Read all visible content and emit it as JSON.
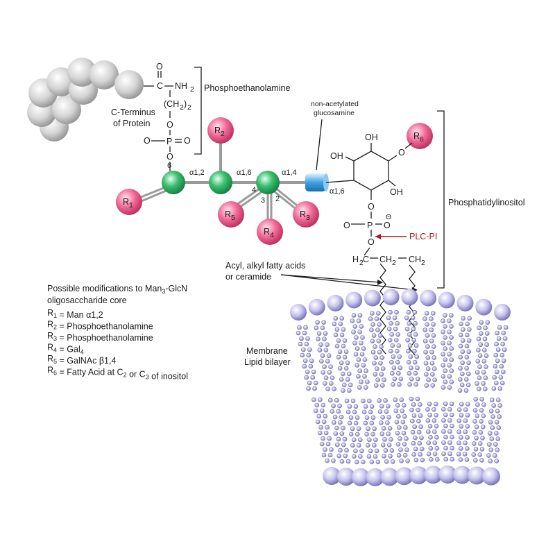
{
  "labels": {
    "phosphoethanolamine": "Phosphoethanolamine",
    "c_terminus_1": "C-Terminus",
    "c_terminus_2": "of Protein",
    "non_acetylated_1": "non-acetylated",
    "non_acetylated_2": "glucosamine",
    "phosphatidylinositol": "Phosphatidylinositol",
    "acyl_1": "Acyl, alkyl fatty acids",
    "acyl_2": "or ceramide",
    "membrane_1": "Membrane",
    "membrane_2": "Lipid bilayer",
    "plc": "PLC-PI"
  },
  "linkages": {
    "a12": "α1,2",
    "a16_top": "α1,6",
    "a14": "α1,4",
    "a16_glcn": "α1,6",
    "pos6": "6",
    "pos4": "4",
    "pos3": "3",
    "pos2": "2"
  },
  "chem": {
    "o": "O",
    "c": "C",
    "nh2": "NH",
    "ch2_chain": "(CH",
    "p": "P",
    "oh": "OH",
    "h2c": "H",
    "ch2": "CH",
    "two": "2",
    "minus": "Θ"
  },
  "r_groups": [
    {
      "letter": "R",
      "sub": "1"
    },
    {
      "letter": "R",
      "sub": "2"
    },
    {
      "letter": "R",
      "sub": "3"
    },
    {
      "letter": "R",
      "sub": "4"
    },
    {
      "letter": "R",
      "sub": "5"
    },
    {
      "letter": "R",
      "sub": "6"
    }
  ],
  "legend": {
    "heading_1": "Possible modifications to Man",
    "heading_sub": "3",
    "heading_2": "-GlcN",
    "heading_3": "oligosaccharide core",
    "items": [
      {
        "r": "R",
        "rsub": "1",
        "text": " = Man α1,2"
      },
      {
        "r": "R",
        "rsub": "2",
        "text": " = Phosphoethanolamine"
      },
      {
        "r": "R",
        "rsub": "3",
        "text": " = Phosphoethanolamine"
      },
      {
        "r": "R",
        "rsub": "4",
        "text": " = Gal",
        "tsub": "4"
      },
      {
        "r": "R",
        "rsub": "5",
        "text": " = GalNAc β1,4"
      },
      {
        "r": "R",
        "rsub": "6",
        "text": " = Fatty Acid at C",
        "tsub": "2",
        "text2": " or C",
        "tsub2": "3",
        "text3": " of inositol"
      }
    ]
  },
  "colors": {
    "mannose": "#2faa5e",
    "r_group": "#e0457a",
    "glucosamine": "#3a9bd6",
    "protein": "#c9c9c9",
    "lipid": "#8c88c8",
    "plc": "#a01c1c"
  }
}
